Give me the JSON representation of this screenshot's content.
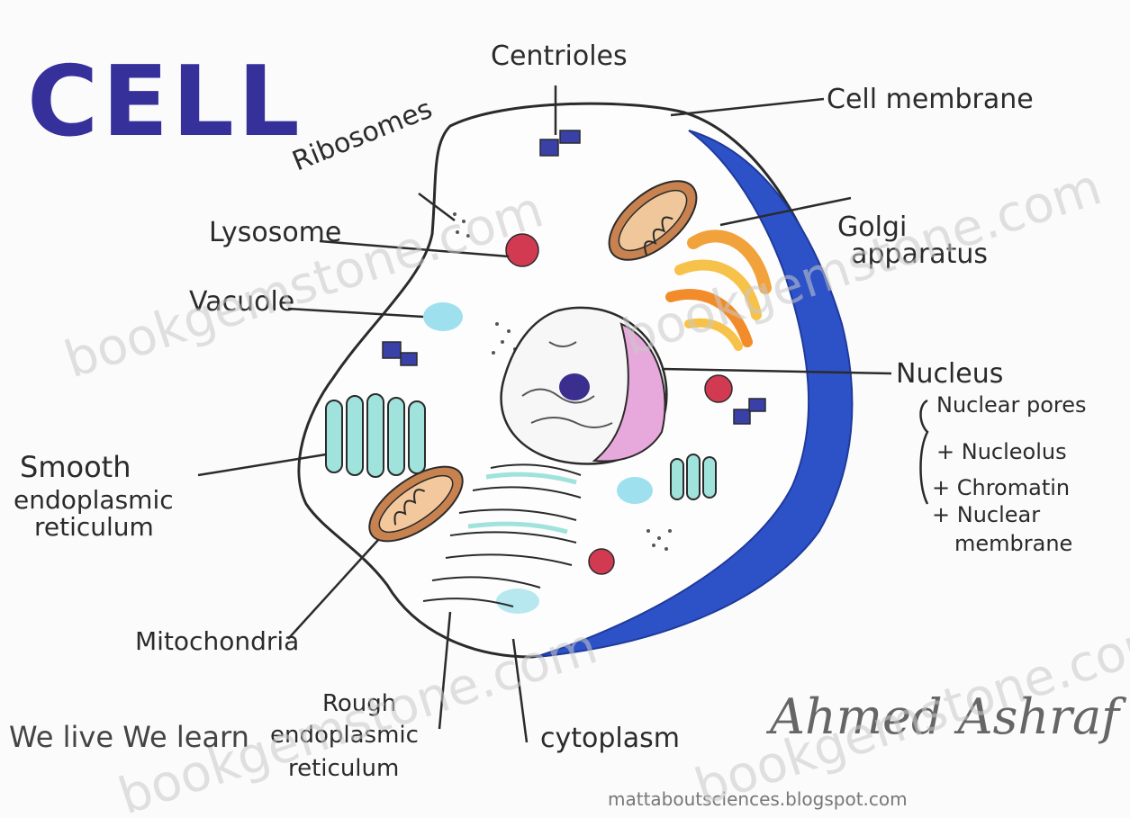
{
  "title": "CELL",
  "labels": {
    "centrioles": "Centrioles",
    "cell_membrane": "Cell membrane",
    "ribosomes": "Ribosomes",
    "lysosome": "Lysosome",
    "vacuole": "Vacuole",
    "golgi_1": "Golgi",
    "golgi_2": "apparatus",
    "nucleus": "Nucleus",
    "nucleus_parts": [
      "Nuclear pores",
      "+ Nucleolus",
      "+ Chromatin",
      "+ Nuclear",
      "membrane"
    ],
    "smooth_er": [
      "Smooth",
      "endoplasmic",
      "reticulum"
    ],
    "mitochondria": "Mitochondria",
    "rough_er": [
      "Rough",
      "endoplasmic",
      "reticulum"
    ],
    "cytoplasm": "cytoplasm"
  },
  "footer_text": "We live We learn",
  "signature": "Ahmed Ashraf",
  "credit": "mattaboutsciences.blogspot.com",
  "watermark": "bookgemstone.com",
  "colors": {
    "title": "#35309a",
    "ink": "#2b2b2b",
    "wall": "#2d52c8",
    "golgi": "#f3a640",
    "nucleus_pink": "#e7a8dc",
    "mito_outer": "#c7824f",
    "er_teal": "#9fe3dc",
    "vacuole": "#9fe0ee",
    "lysosome": "#d23a52"
  }
}
